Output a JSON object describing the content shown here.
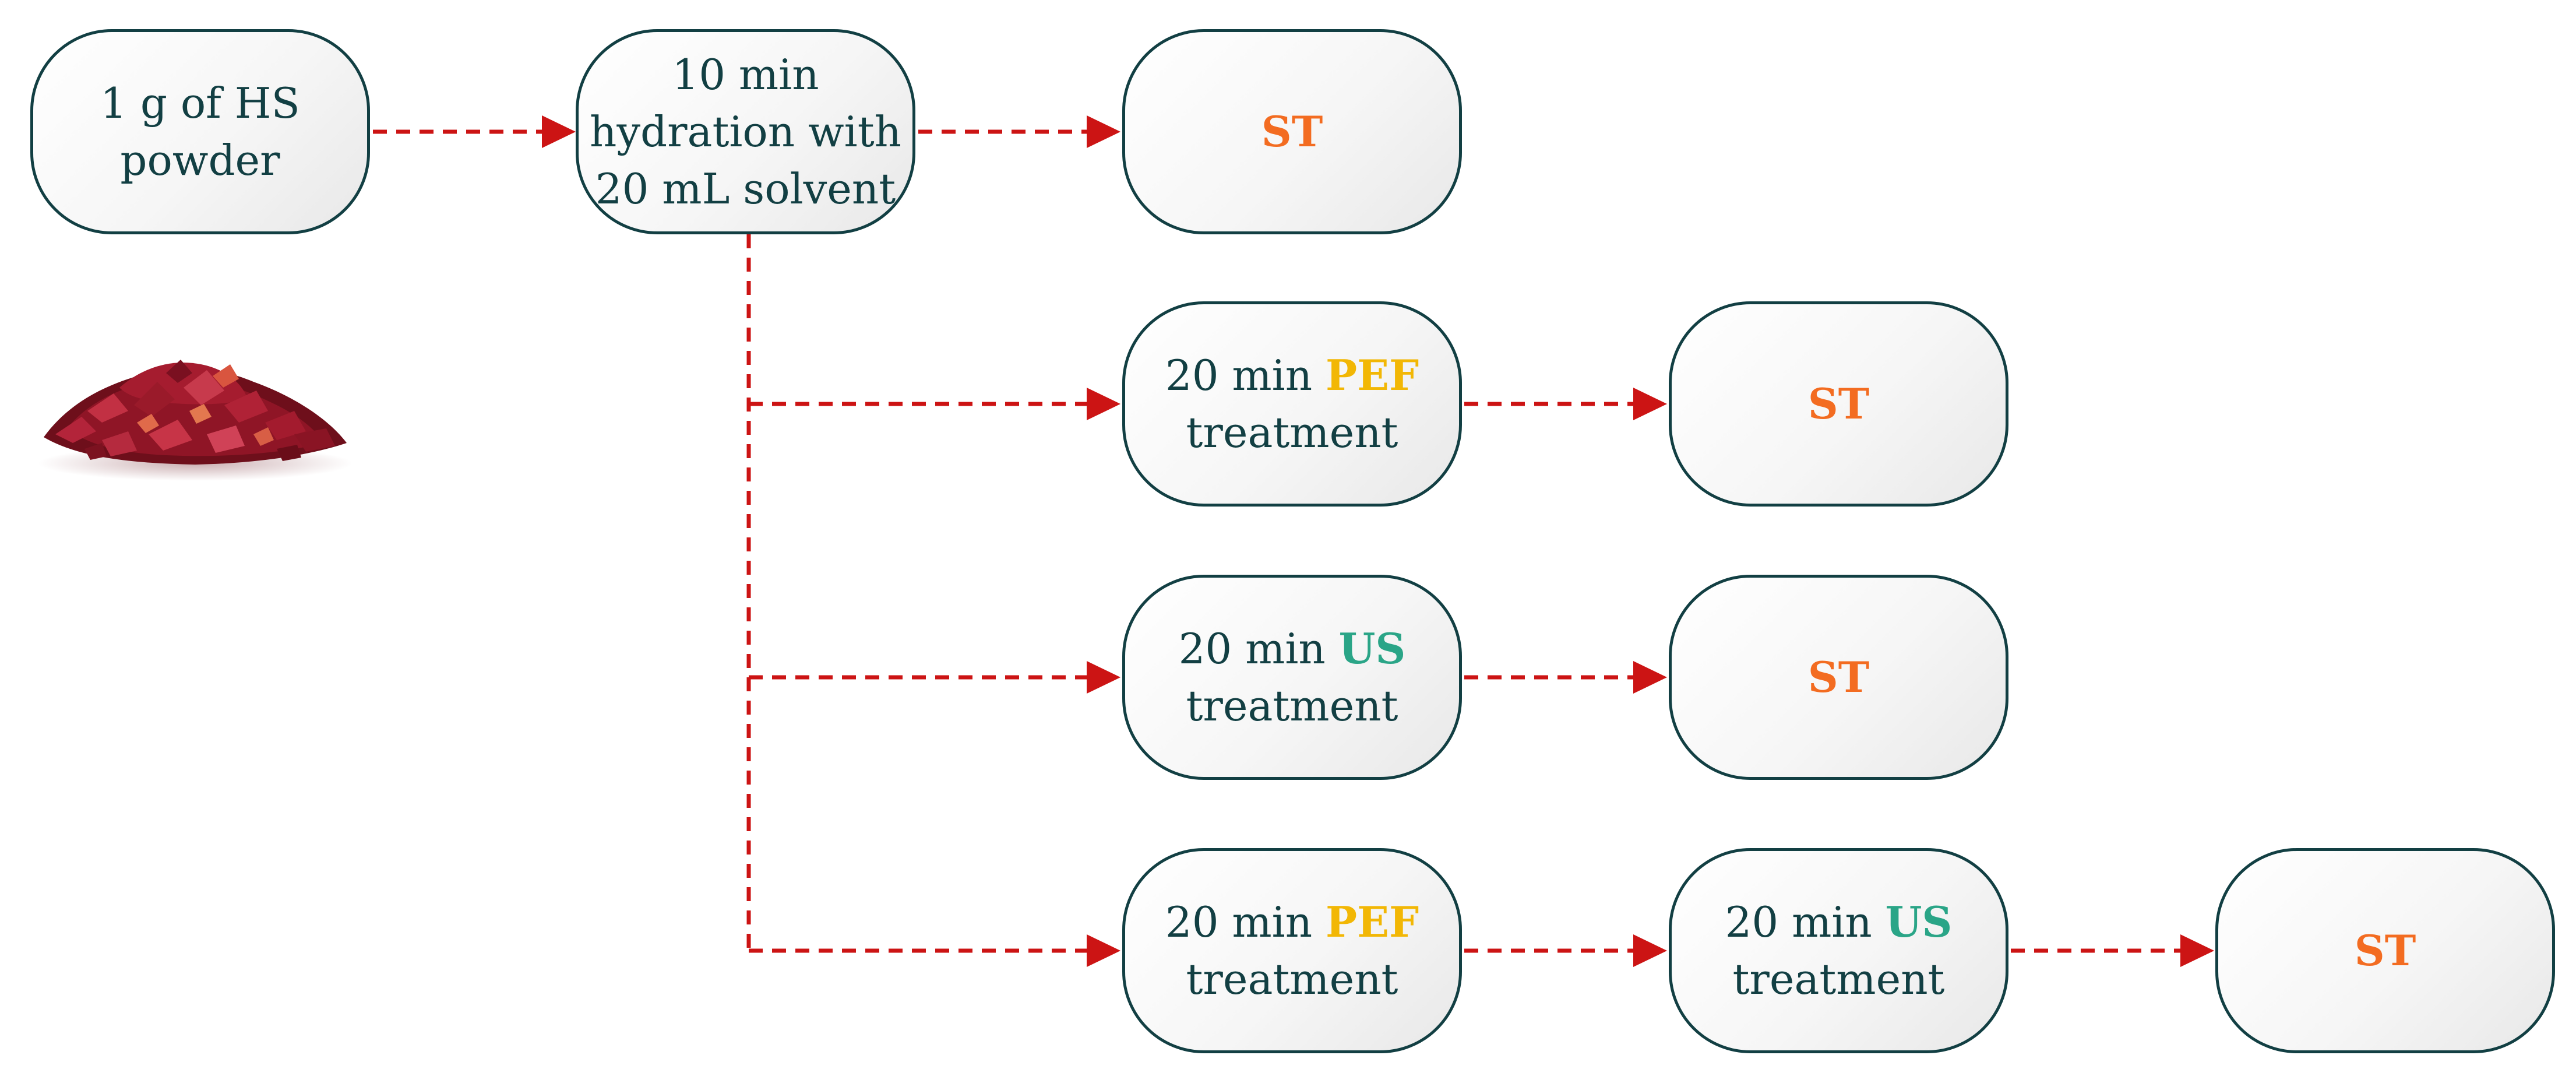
{
  "nodes": {
    "powder": {
      "line1": "1 g of HS",
      "line2": "powder"
    },
    "hydration": {
      "line1": "10 min",
      "line2": "hydration with",
      "line3": "20 mL solvent"
    },
    "st_direct": {
      "label": "ST"
    },
    "pef_branch": {
      "prefix": "20 min ",
      "method": "PEF",
      "suffix": "treatment"
    },
    "st_after_pef": {
      "label": "ST"
    },
    "us_branch": {
      "prefix": "20 min ",
      "method": "US",
      "suffix": "treatment"
    },
    "st_after_us": {
      "label": "ST"
    },
    "combined_pef": {
      "prefix": "20 min ",
      "method": "PEF",
      "suffix": "treatment"
    },
    "combined_us": {
      "prefix": "20 min ",
      "method": "US",
      "suffix": "treatment"
    },
    "st_after_combined": {
      "label": "ST"
    }
  },
  "colors": {
    "node_border": "#123f43",
    "node_text": "#123f43",
    "connector": "#cc1414",
    "st_text": "#f36c21",
    "pef_text": "#f2b705",
    "us_text": "#2aa587"
  },
  "icons": {
    "sample_image": "dried-hibiscus-pile"
  }
}
